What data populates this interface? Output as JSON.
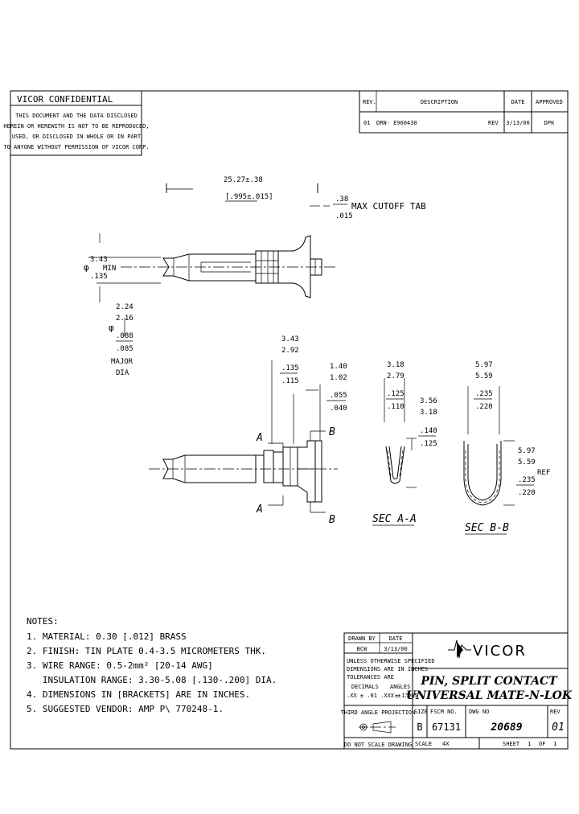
{
  "confidential": {
    "title": "VICOR   CONFIDENTIAL",
    "lines": [
      "THIS DOCUMENT AND THE DATA DISCLOSED",
      "HEREIN OR HEREWITH IS NOT TO BE REPRODUCED,",
      "USED, OR DISCLOSED IN WHOLE OR IN PART",
      "TO ANYONE WITHOUT PERMISSION OF VICOR CORP."
    ]
  },
  "revision_block": {
    "headers": {
      "rev": "REV.",
      "description": "DESCRIPTION",
      "date": "DATE",
      "approved": "APPROVED"
    },
    "row": {
      "rev": "01",
      "description": "DRN- E960430",
      "rev_tag": "REV",
      "date": "3/13/00",
      "approved": "DPK"
    }
  },
  "dimensions": {
    "overall_mm": "25.27±.38",
    "overall_in": "[.995±.015]",
    "cutoff_mm": ".38",
    "cutoff_in": ".015",
    "cutoff_note": "MAX CUTOFF TAB",
    "dia_mm": "3.43",
    "dia_in": ".135",
    "dia_min": "MIN",
    "phi": "φ",
    "major_mm_1": "2.24",
    "major_mm_2": "2.16",
    "major_in_1": ".088",
    "major_in_2": ".085",
    "major_note_1": "MAJOR",
    "major_note_2": "DIA",
    "crimp_mm_1": "3.43",
    "crimp_mm_2": "2.92",
    "crimp_in_1": ".135",
    "crimp_in_2": ".115",
    "gap_mm_1": "1.40",
    "gap_mm_2": "1.02",
    "gap_in_1": ".055",
    "gap_in_2": ".040",
    "seca_w_mm_1": "3.18",
    "seca_w_mm_2": "2.79",
    "seca_w_in_1": ".125",
    "seca_w_in_2": ".110",
    "seca_h_mm_1": "3.56",
    "seca_h_mm_2": "3.18",
    "seca_h_in_1": ".140",
    "seca_h_in_2": ".125",
    "secb_w_mm_1": "5.97",
    "secb_w_mm_2": "5.59",
    "secb_w_in_1": ".235",
    "secb_w_in_2": ".220",
    "secb_h_mm_1": "5.97",
    "secb_h_mm_2": "5.59",
    "secb_h_in_1": ".235",
    "secb_h_in_2": ".220",
    "ref": "REF"
  },
  "sections": {
    "a": "A",
    "b": "B",
    "sec_a": "SEC A-A",
    "sec_b": "SEC B-B"
  },
  "notes": {
    "title": "NOTES:",
    "items": [
      "1. MATERIAL: 0.30 [.012] BRASS",
      "2. FINISH: TIN PLATE 0.4-3.5 MICROMETERS THK.",
      "3. WIRE RANGE: 0.5-2mm² [20-14 AWG]",
      "   INSULATION RANGE: 3.30-5.08 [.130-.200] DIA.",
      "4. DIMENSIONS IN [BRACKETS] ARE IN INCHES.",
      "5. SUGGESTED VENDOR: AMP P\\ 770248-1."
    ]
  },
  "title_block": {
    "drawn_by_label": "DRAWN BY",
    "date_label": "DATE",
    "drawn_by": "BCW",
    "drawn_date": "3/13/00",
    "tolerance_lines": [
      "UNLESS OTHERWISE SPECIFIED",
      "DIMENSIONS ARE IN INCHES",
      "TOLERANCES ARE"
    ],
    "decimals_label": "DECIMALS",
    "angles_label": "ANGLES",
    "decimals_value": ".XX ± .01  .XXX ± .005",
    "angles_value": "± 1°",
    "projection": "THIRD ANGLE PROJECTION",
    "no_scale": "DO NOT SCALE DRAWING",
    "company": "VICOR",
    "title_line_1": "PIN, SPLIT CONTACT",
    "title_line_2": "UNIVERSAL MATE-N-LOK",
    "size_label": "SIZE",
    "fscm_label": "FSCM NO.",
    "dwg_label": "DWG NO",
    "rev_label": "REV",
    "size": "B",
    "fscm": "67131",
    "dwg_no": "20689",
    "rev": "01",
    "scale_label": "SCALE",
    "scale": "4X",
    "sheet_label": "SHEET",
    "sheet_no": "1",
    "of_label": "OF",
    "sheet_total": "1"
  }
}
